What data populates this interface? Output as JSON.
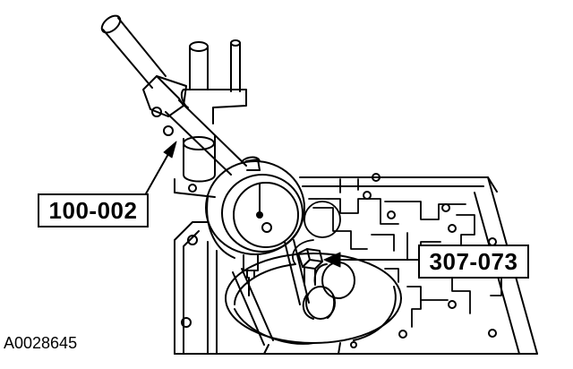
{
  "callouts": {
    "dial_indicator_holder": "100-002",
    "measuring_tool": "307-073"
  },
  "figure_id": "A0028645",
  "colors": {
    "ink": "#000000",
    "paper": "#ffffff"
  }
}
